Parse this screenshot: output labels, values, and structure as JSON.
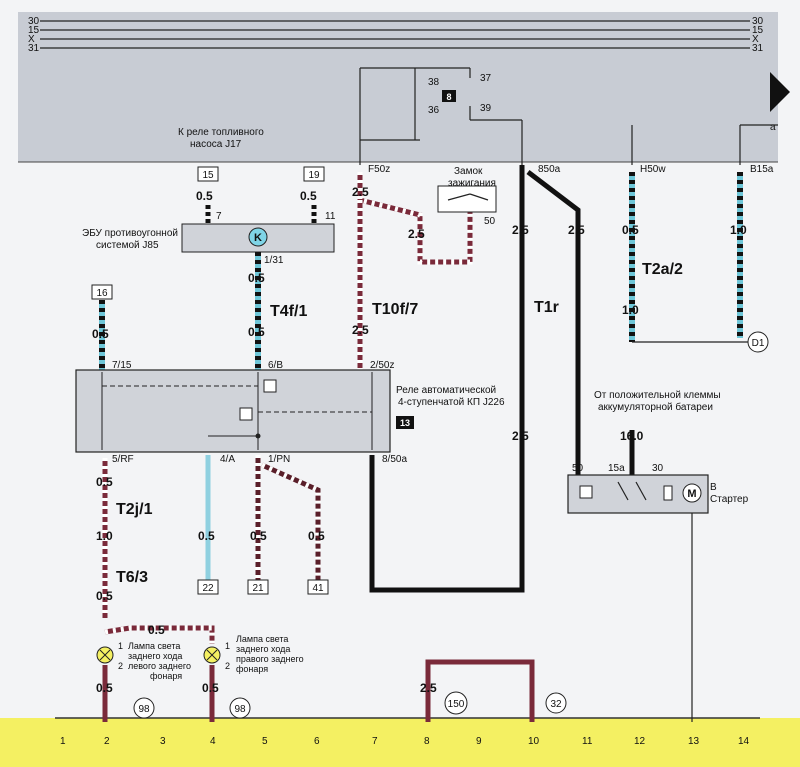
{
  "bus_lines": [
    "30",
    "15",
    "X",
    "31"
  ],
  "relay8": {
    "number": "8",
    "pins": [
      "38",
      "37",
      "36",
      "39"
    ]
  },
  "fuel_pump_note": [
    "К реле топливного",
    "насоса J17"
  ],
  "wire_ids": {
    "f50z": "F50z",
    "w850a": "850a",
    "h50w": "H50w",
    "b15a": "B15a",
    "a": "a"
  },
  "ignition": {
    "title": [
      "Замок",
      "зажигания"
    ],
    "pin": "50"
  },
  "ecu": {
    "pins_top": [
      "15",
      "19"
    ],
    "pins": [
      "7",
      "11",
      "1/31"
    ],
    "wire": "0.5",
    "label": [
      "ЭБУ противоугонной",
      "системой J85"
    ],
    "symbol": "K"
  },
  "conn16": "16",
  "relay_j226": {
    "label": [
      "Реле автоматической",
      "4-ступенчатой КП J226"
    ],
    "box": "13",
    "pins": [
      "7/15",
      "6/B",
      "2/50z",
      "5/RF",
      "4/A",
      "1/PN",
      "8/50a"
    ]
  },
  "connectors": {
    "t4f1": "T4f/1",
    "t10f7": "T10f/7",
    "t1r": "T1r",
    "t2a2": "T2a/2",
    "t2j1": "T2j/1",
    "t63": "T6/3"
  },
  "wires": {
    "w05": "0.5",
    "w10": "1.0",
    "w25": "2.5",
    "w160": "16.0"
  },
  "battery_note": [
    "От положительной клеммы",
    "аккумуляторной батареи"
  ],
  "starter": {
    "pins": [
      "50",
      "15a",
      "30"
    ],
    "label": [
      "B",
      "Стартер"
    ],
    "symbol": "M"
  },
  "lamps": {
    "left": {
      "label": [
        "Лампа света",
        "заднего хода",
        "левого заднего",
        "фонаря"
      ],
      "pins": [
        "1",
        "2"
      ]
    },
    "right": {
      "label": [
        "Лампа света",
        "заднего хода",
        "правого заднего",
        "фонаря"
      ],
      "pins": [
        "1",
        "2"
      ]
    }
  },
  "ground_points": [
    "98",
    "98",
    "150",
    "32"
  ],
  "ground_d1": "D1",
  "refs_bottom": [
    "22",
    "21",
    "41"
  ],
  "grid": [
    "1",
    "2",
    "3",
    "4",
    "5",
    "6",
    "7",
    "8",
    "9",
    "10",
    "11",
    "12",
    "13",
    "14"
  ]
}
